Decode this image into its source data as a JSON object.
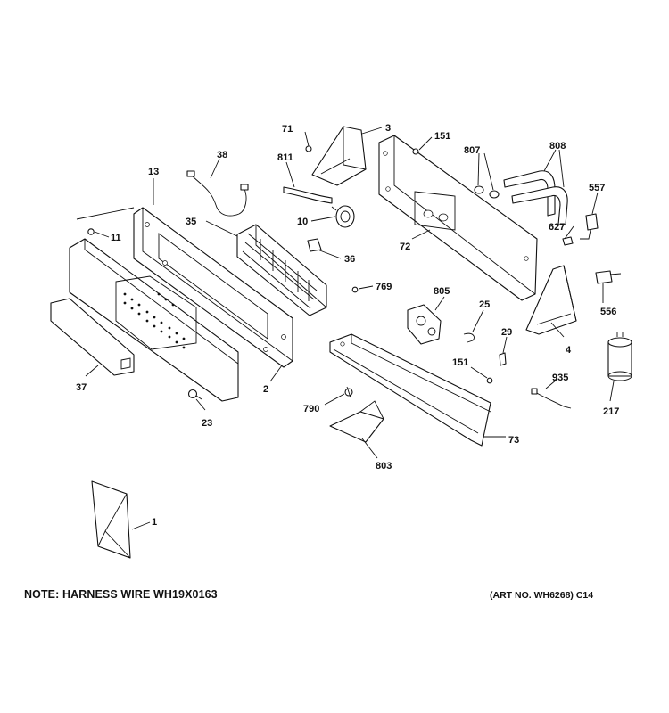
{
  "note": "NOTE: HARNESS WIRE WH19X0163",
  "art_number": "(ART NO. WH6268) C14",
  "callouts": {
    "c71": "71",
    "c3": "3",
    "c151a": "151",
    "c807": "807",
    "c808": "808",
    "c38": "38",
    "c811": "811",
    "c13": "13",
    "c557": "557",
    "c10": "10",
    "c35": "35",
    "c627": "627",
    "c11": "11",
    "c72": "72",
    "c36": "36",
    "c769": "769",
    "c805": "805",
    "c556": "556",
    "c25": "25",
    "c29": "29",
    "c4": "4",
    "c151b": "151",
    "c935": "935",
    "c37": "37",
    "c2": "2",
    "c217": "217",
    "c790": "790",
    "c23": "23",
    "c73": "73",
    "c803": "803",
    "c1": "1"
  }
}
